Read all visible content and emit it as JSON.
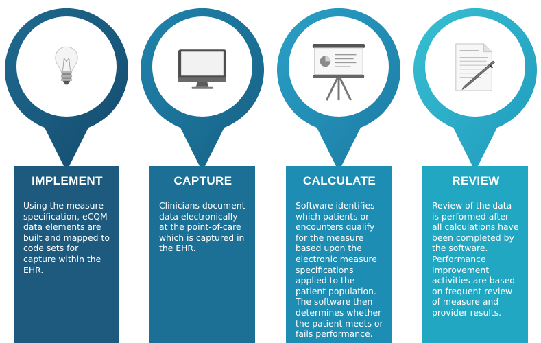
{
  "steps": [
    {
      "title": "IMPLEMENT",
      "description": "Using the measure specification, eCQM data elements are built and mapped to code sets for capture within the EHR.",
      "icon": "lightbulb-icon",
      "color": "#1d5a7e"
    },
    {
      "title": "CAPTURE",
      "description": "Clinicians document data electronically at the point-of-care which is captured in the EHR.",
      "icon": "monitor-icon",
      "color": "#1c7096"
    },
    {
      "title": "CALCULATE",
      "description": "Software identifies which patients or encounters qualify for the measure based upon the electronic measure specifications applied to the patient population. The software then determines whether the patient meets or fails performance.",
      "icon": "presentation-board-icon",
      "color": "#1e8db4"
    },
    {
      "title": "REVIEW",
      "description": "Review of the data is performed after all calculations have been completed by the software. Performance improvement activities are based on frequent review of measure and provider results.",
      "icon": "document-pen-icon",
      "color": "#22a7c3"
    }
  ]
}
